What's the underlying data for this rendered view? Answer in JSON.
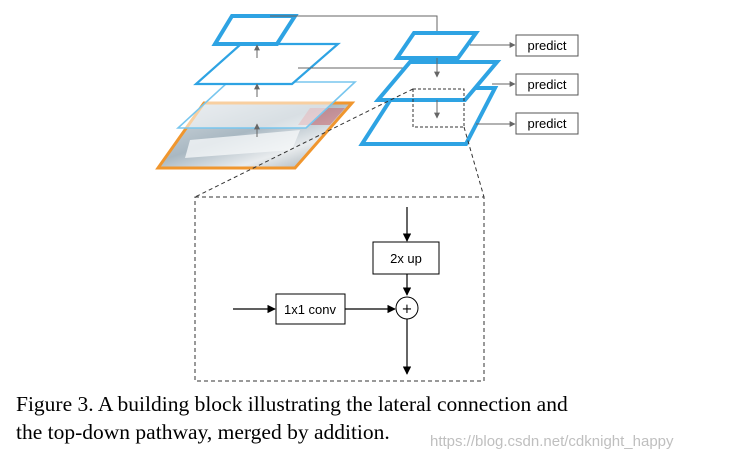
{
  "figure": {
    "predict_labels": [
      "predict",
      "predict",
      "predict"
    ],
    "upsample_label": "2x up",
    "conv_label": "1x1 conv",
    "plus_symbol": "+",
    "colors": {
      "blue_dark": "#2ea3e3",
      "blue_light": "#78c6ee",
      "orange": "#f0962e",
      "gray": "#666666"
    }
  },
  "caption": {
    "line1": "Figure 3. A building block illustrating the lateral connection and",
    "line2": "the top-down pathway, merged by addition."
  },
  "watermark": "https://blog.csdn.net/cdknight_happy"
}
